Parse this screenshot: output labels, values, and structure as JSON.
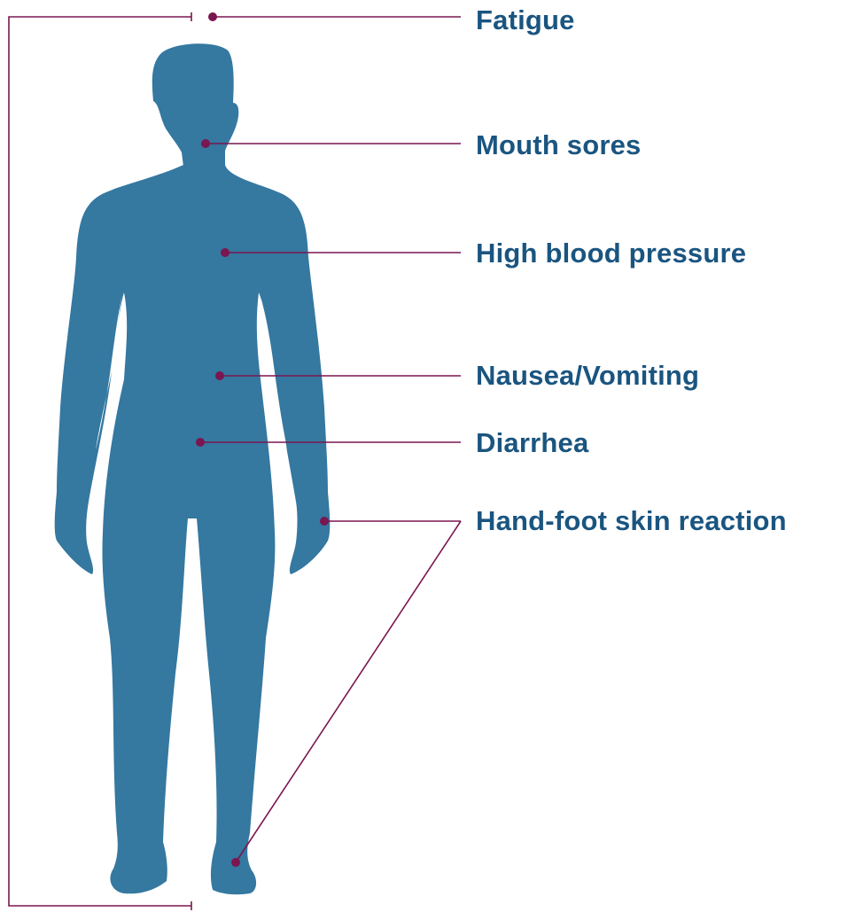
{
  "colors": {
    "body": "#3578a0",
    "line": "#7a1650",
    "label": "#1a5580"
  },
  "figure_icon": "human-body-silhouette-icon",
  "symptoms": [
    {
      "id": "fatigue",
      "label": "Fatigue"
    },
    {
      "id": "mouth-sores",
      "label": "Mouth sores"
    },
    {
      "id": "high-blood-pressure",
      "label": "High blood pressure"
    },
    {
      "id": "nausea-vomiting",
      "label": "Nausea/Vomiting"
    },
    {
      "id": "diarrhea",
      "label": "Diarrhea"
    },
    {
      "id": "hand-foot-skin-reaction",
      "label": "Hand-foot skin reaction"
    }
  ]
}
